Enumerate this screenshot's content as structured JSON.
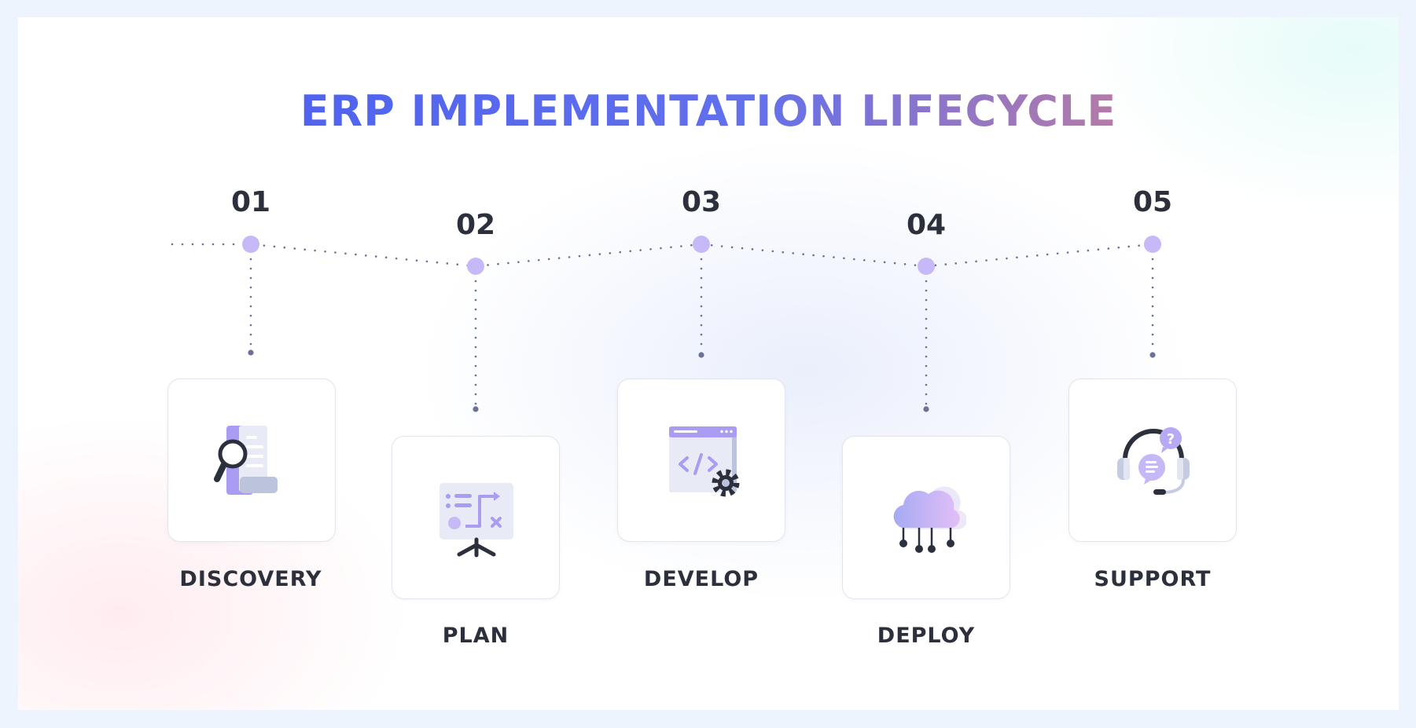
{
  "title": "ERP IMPLEMENTATION LIFECYCLE",
  "steps": [
    {
      "number": "01",
      "label": "DISCOVERY",
      "icon": "document-search-icon"
    },
    {
      "number": "02",
      "label": "PLAN",
      "icon": "presentation-board-icon"
    },
    {
      "number": "03",
      "label": "DEVELOP",
      "icon": "code-window-gear-icon"
    },
    {
      "number": "04",
      "label": "DEPLOY",
      "icon": "cloud-network-icon"
    },
    {
      "number": "05",
      "label": "SUPPORT",
      "icon": "headset-chat-icon"
    }
  ],
  "colors": {
    "title_start": "#4f63ef",
    "title_end": "#b57aa8",
    "text": "#2b303c",
    "node": "#c7b8f7",
    "dots": "#6b7197",
    "icon_accent": "#b3a6f5"
  }
}
